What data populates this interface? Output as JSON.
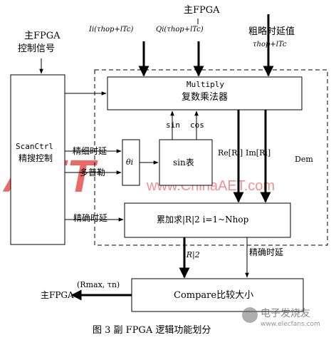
{
  "inputs": {
    "main_fpga_ctrl": [
      "主FPGA",
      "控制信号"
    ],
    "main_fpga_top": "主FPGA",
    "coarse_delay": "粗略时延值",
    "tau_expr": "τhop+lTc",
    "i_signal": "Ii(τhop+lTc)",
    "q_signal": "Qi(τhop+lTc)"
  },
  "blocks": {
    "scanctrl": [
      "ScanCtrl",
      "精搜控制"
    ],
    "multiply": [
      "Multiply",
      "复数乘法器"
    ],
    "theta": "θi",
    "sin_table": "sin表",
    "accumulator": "累加求|R|2  i=1~Nhop",
    "compare": "Compare比较大小",
    "dem": "Dem"
  },
  "signals": {
    "sin": "sin",
    "cos": "cos",
    "re": "Re[Ri]",
    "im": "Im[Ri]",
    "fine_delay_1": "精细时延",
    "doppler": "多普勒",
    "fine_delay_2": "精确时延",
    "fine_delay_3": "精确时延",
    "r2": "|R|2",
    "rmax": "(Rmax, τn)",
    "main_fpga_out": "主FPGA"
  },
  "caption": "图 3  副 FPGA 逻辑功能划分",
  "watermarks": {
    "site": "www.ChinaAET.com",
    "brand": "电子发烧友",
    "url": "www.elecfans.com"
  }
}
